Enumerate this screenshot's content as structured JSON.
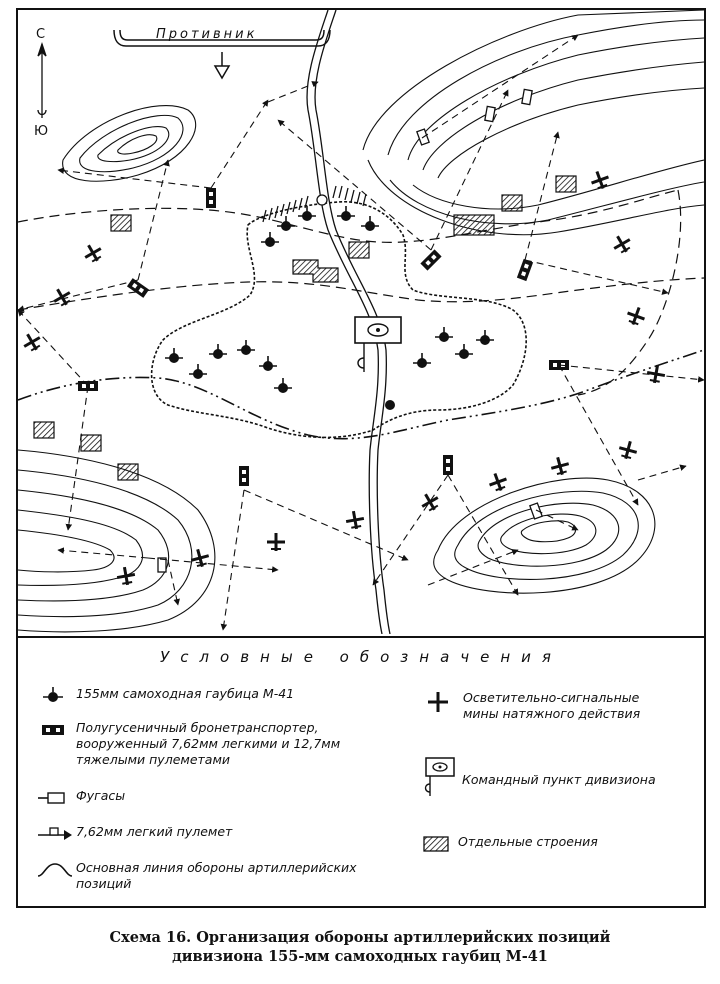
{
  "map": {
    "enemy_label": "Противник",
    "compass_north": "С",
    "compass_south": "Ю"
  },
  "legend": {
    "title": "Условные обозначения",
    "items": [
      {
        "lines": [
          "155мм самоходная гаубица М-41"
        ],
        "icon": "howitzer-icon"
      },
      {
        "lines": [
          "Полугусеничный бронетранспортер,",
          "вооруженный 7,62мм легкими и 12,7мм",
          "тяжелыми пулеметами"
        ],
        "icon": "armored-carrier-icon"
      },
      {
        "lines": [
          "Фугасы"
        ],
        "icon": "landmine-icon"
      },
      {
        "lines": [
          "7,62мм легкий пулемет"
        ],
        "icon": "machine-gun-icon"
      },
      {
        "lines": [
          "Основная линия обороны артиллерийских",
          "позиций"
        ],
        "icon": "defense-line-icon"
      },
      {
        "lines": [
          "Осветительно-сигнальные",
          "мины натяжного действия"
        ],
        "icon": "flare-mine-icon"
      },
      {
        "lines": [
          "Командный пункт дивизиона"
        ],
        "icon": "command-post-icon"
      },
      {
        "lines": [
          "Отдельные строения"
        ],
        "icon": "building-icon"
      }
    ]
  },
  "caption": {
    "line1": "Схема 16. Организация обороны артиллерийских позиций",
    "line2": "дивизиона 155-мм самоходных гаубиц М-41"
  }
}
